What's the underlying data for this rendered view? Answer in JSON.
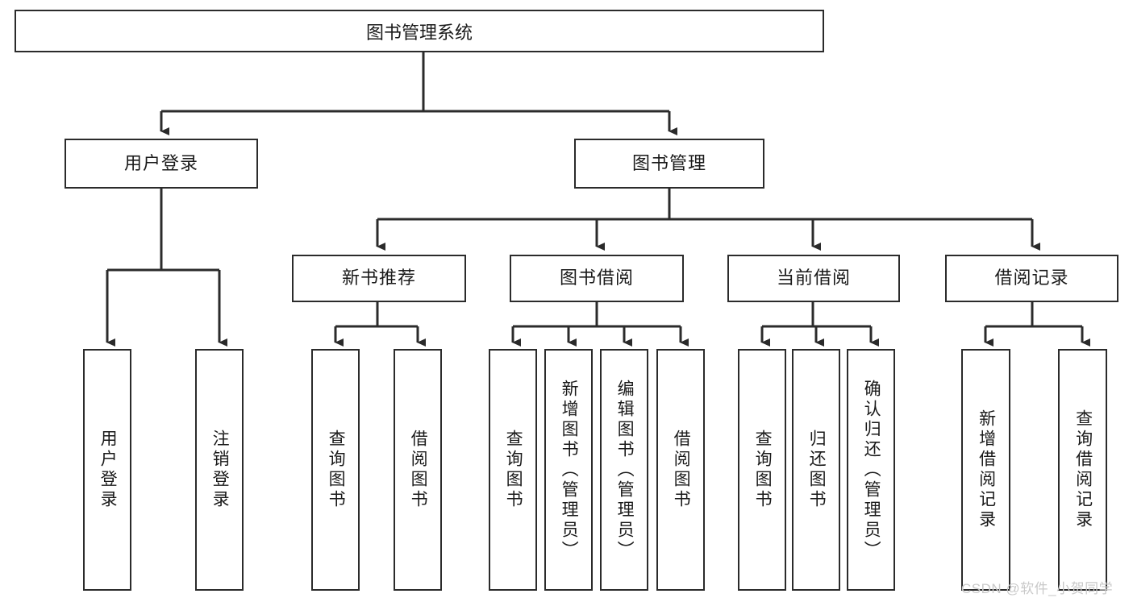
{
  "diagram": {
    "type": "hierarchy-tree",
    "orientation": "top-down",
    "title_node": "图书管理系统",
    "colors": {
      "box_border": "#2b2b2b",
      "box_fill": "#ffffff",
      "connector": "#2b2b2b",
      "text": "#1a1a1a",
      "watermark": "#c9c9c9",
      "background": "#ffffff"
    },
    "levels": 4
  },
  "root": {
    "label": "图书管理系统"
  },
  "level2": [
    {
      "id": "user-login",
      "label": "用户登录"
    },
    {
      "id": "book-manage",
      "label": "图书管理"
    }
  ],
  "level3": [
    {
      "id": "new-book-recommend",
      "label": "新书推荐",
      "parent": "book-manage"
    },
    {
      "id": "book-borrow",
      "label": "图书借阅",
      "parent": "book-manage"
    },
    {
      "id": "current-borrow",
      "label": "当前借阅",
      "parent": "book-manage"
    },
    {
      "id": "borrow-record",
      "label": "借阅记录",
      "parent": "book-manage"
    }
  ],
  "leaves": [
    {
      "id": "leaf-user-login",
      "label": "用户登录",
      "parent": "user-login"
    },
    {
      "id": "leaf-logout",
      "label": "注销登录",
      "parent": "user-login"
    },
    {
      "id": "leaf-query-book-1",
      "label": "查询图书",
      "parent": "new-book-recommend"
    },
    {
      "id": "leaf-borrow-book-1",
      "label": "借阅图书",
      "parent": "new-book-recommend"
    },
    {
      "id": "leaf-query-book-2",
      "label": "查询图书",
      "parent": "book-borrow"
    },
    {
      "id": "leaf-add-book",
      "label": "新增图书（管理员）",
      "parent": "book-borrow"
    },
    {
      "id": "leaf-edit-book",
      "label": "编辑图书（管理员）",
      "parent": "book-borrow"
    },
    {
      "id": "leaf-borrow-book-2",
      "label": "借阅图书",
      "parent": "book-borrow"
    },
    {
      "id": "leaf-query-book-3",
      "label": "查询图书",
      "parent": "current-borrow"
    },
    {
      "id": "leaf-return-book",
      "label": "归还图书",
      "parent": "current-borrow"
    },
    {
      "id": "leaf-confirm-return",
      "label": "确认归还（管理员）",
      "parent": "current-borrow"
    },
    {
      "id": "leaf-add-record",
      "label": "新增借阅记录",
      "parent": "borrow-record"
    },
    {
      "id": "leaf-query-record",
      "label": "查询借阅记录",
      "parent": "borrow-record"
    }
  ],
  "watermark": {
    "text": "CSDN @软件_小贺同学"
  }
}
